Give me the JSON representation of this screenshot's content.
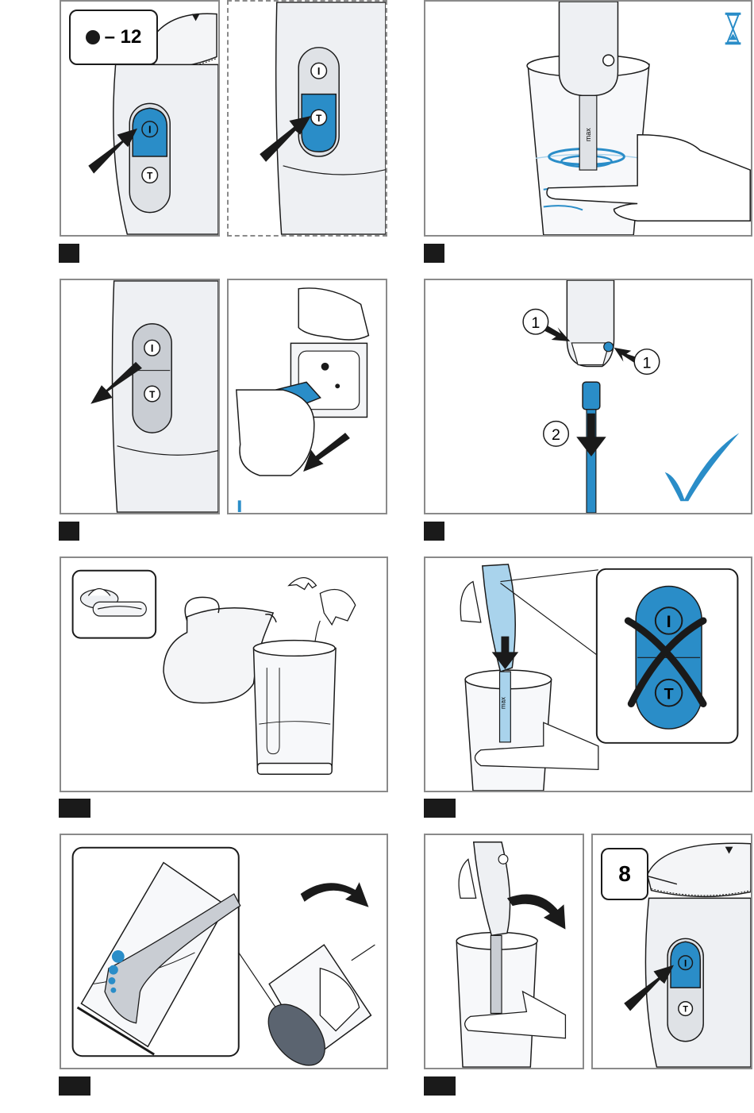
{
  "colors": {
    "accent": "#2a8dc8",
    "accent_light": "#a9d3ec",
    "line": "#1a1a1a",
    "frame": "#8a8a8a",
    "device": "#eef0f3"
  },
  "panels": {
    "speed_callout": "– 12",
    "speed_callout_final": "8",
    "cup_scale_label": "max",
    "cup_scale_label2": "max",
    "step_numbers": {
      "one": "1",
      "one_b": "1",
      "two": "2"
    },
    "button_labels": {
      "on": "I",
      "turbo": "T"
    }
  }
}
